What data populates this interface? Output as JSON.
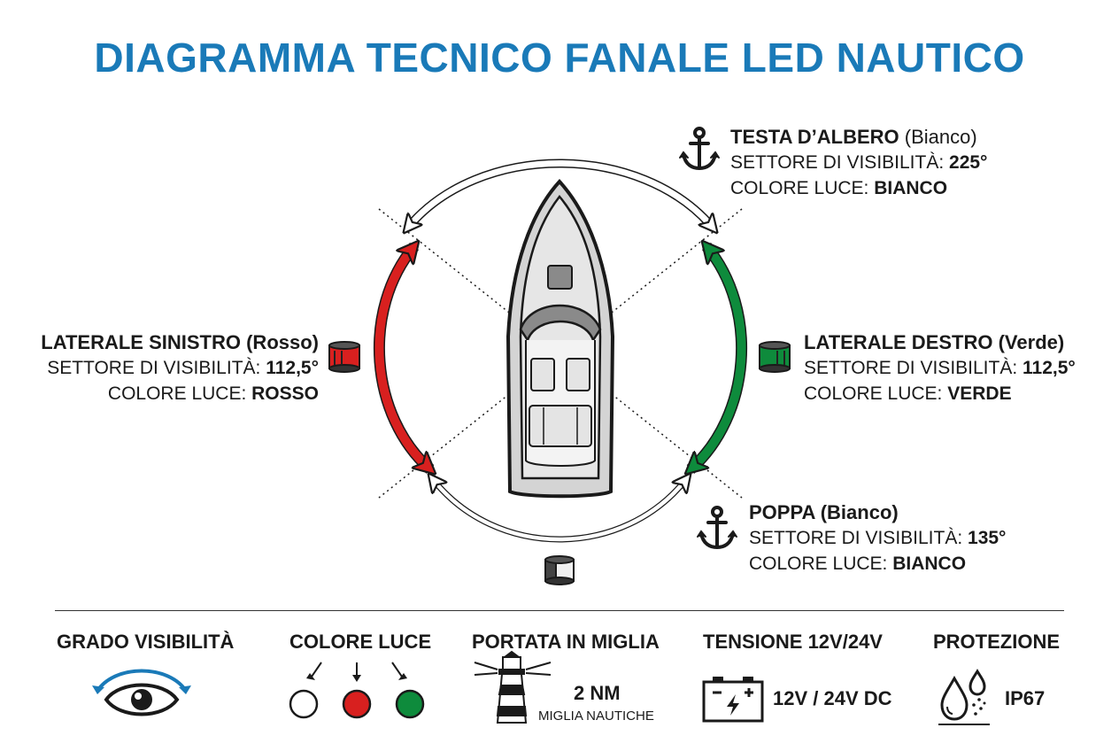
{
  "title": "DIAGRAMMA TECNICO FANALE LED NAUTICO",
  "colors": {
    "title": "#1a7ab8",
    "red": "#d8201f",
    "green": "#0e8b3c",
    "white": "#ffffff",
    "hull": "#d4d4d4",
    "outline": "#1a1a1a"
  },
  "sections": {
    "masthead": {
      "title": "TESTA D’ALBERO",
      "color_paren": "(Bianco)",
      "sector_label": "SETTORE DI VISIBILITÀ:",
      "sector_value": "225°",
      "color_label": "COLORE LUCE:",
      "color_value": "BIANCO",
      "icon": "anchor-icon"
    },
    "port": {
      "title": "LATERALE SINISTRO",
      "color_paren": "(Rosso)",
      "sector_label": "SETTORE DI VISIBILITÀ:",
      "sector_value": "112,5°",
      "color_label": "COLORE LUCE:",
      "color_value": "ROSSO",
      "icon": "red-lamp-icon"
    },
    "starboard": {
      "title": "LATERALE DESTRO",
      "color_paren": "(Verde)",
      "sector_label": "SETTORE DI VISIBILITÀ:",
      "sector_value": "112,5°",
      "color_label": "COLORE LUCE:",
      "color_value": "VERDE",
      "icon": "green-lamp-icon"
    },
    "stern": {
      "title": "POPPA",
      "color_paren": "(Bianco)",
      "sector_label": "SETTORE DI VISIBILITÀ:",
      "sector_value": "135°",
      "color_label": "COLORE LUCE:",
      "color_value": "BIANCO",
      "icon": "anchor-icon"
    }
  },
  "specs": {
    "visibility": {
      "label": "GRADO VISIBILITÀ",
      "icon": "eye-icon"
    },
    "light_color": {
      "label": "COLORE LUCE",
      "icons": [
        "white-dot-icon",
        "red-dot-icon",
        "green-dot-icon"
      ]
    },
    "range": {
      "label": "PORTATA IN MIGLIA",
      "value": "2 NM",
      "sub": "MIGLIA NAUTICHE",
      "icon": "lighthouse-icon"
    },
    "voltage": {
      "label": "TENSIONE 12V/24V",
      "value": "12V / 24V DC",
      "icon": "battery-icon"
    },
    "protection": {
      "label": "PROTEZIONE",
      "value": "IP67",
      "icon": "water-drops-icon"
    }
  }
}
